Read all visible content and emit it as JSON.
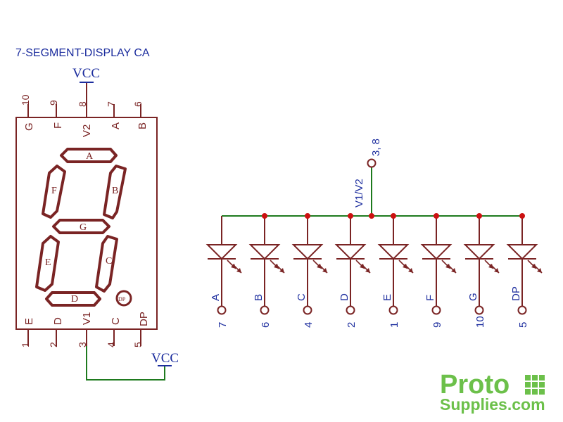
{
  "title": "7-SEGMENT-DISPLAY CA",
  "vcc_label": "VCC",
  "colors": {
    "package": "#7a2424",
    "wire": "#1e7a1e",
    "net": "#1c2d9e",
    "junction": "#cc1111",
    "brand_green": "#6cc04a",
    "brand_dark": "#1a1a1a"
  },
  "display": {
    "top_pins": [
      {
        "num": "10",
        "name": "G"
      },
      {
        "num": "9",
        "name": "F"
      },
      {
        "num": "8",
        "name": "V2"
      },
      {
        "num": "7",
        "name": "A"
      },
      {
        "num": "6",
        "name": "B"
      }
    ],
    "bottom_pins": [
      {
        "num": "1",
        "name": "E"
      },
      {
        "num": "2",
        "name": "D"
      },
      {
        "num": "3",
        "name": "V1"
      },
      {
        "num": "4",
        "name": "C"
      },
      {
        "num": "5",
        "name": "DP"
      }
    ],
    "segments": {
      "a": "A",
      "b": "B",
      "c": "C",
      "d": "D",
      "e": "E",
      "f": "F",
      "g": "G",
      "dp": "DP"
    }
  },
  "common_net": {
    "name": "V1/V2",
    "pins": "3, 8"
  },
  "leds": [
    {
      "segment": "A",
      "pin": "7"
    },
    {
      "segment": "B",
      "pin": "6"
    },
    {
      "segment": "C",
      "pin": "4"
    },
    {
      "segment": "D",
      "pin": "2"
    },
    {
      "segment": "E",
      "pin": "1"
    },
    {
      "segment": "F",
      "pin": "9"
    },
    {
      "segment": "G",
      "pin": "10"
    },
    {
      "segment": "DP",
      "pin": "5"
    }
  ],
  "brand": {
    "line1": "Proto",
    "line2": "Supplies.com"
  }
}
